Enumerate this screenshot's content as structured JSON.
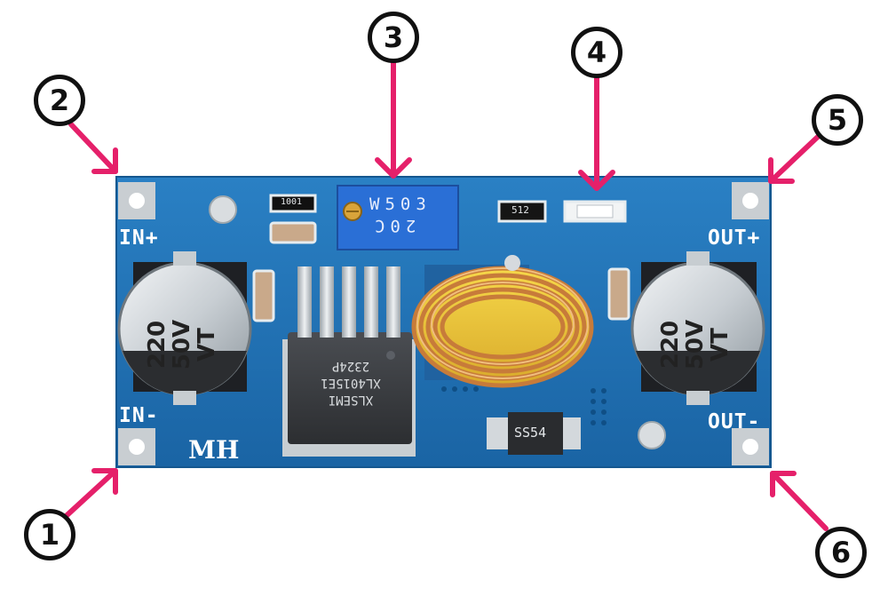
{
  "board": {
    "pcb_color": "#1f74b8",
    "labels": {
      "in_plus": "IN+",
      "in_minus": "IN-",
      "out_plus": "OUT+",
      "out_minus": "OUT-",
      "brand": "MH"
    }
  },
  "components": {
    "cap_left": {
      "line1": "220",
      "line2": "50V",
      "line3": "VT"
    },
    "cap_right": {
      "line1": "220",
      "line2": "50V",
      "line3": "VT"
    },
    "potentiometer": {
      "line1": "W503",
      "line2": "20C"
    },
    "ic": {
      "line1": "2324P",
      "line2": "XL4015E1",
      "line3": "XLSEMI"
    },
    "diode": {
      "label": "SS54"
    },
    "resistor_top": {
      "label": "512"
    },
    "resistor_small": {
      "label": "1001"
    }
  },
  "callouts": [
    {
      "number": "1"
    },
    {
      "number": "2"
    },
    {
      "number": "3"
    },
    {
      "number": "4"
    },
    {
      "number": "5"
    },
    {
      "number": "6"
    }
  ],
  "colors": {
    "arrow": "#e5206a",
    "inductor": "#e7a45c",
    "capacitor": "#c9cfd4",
    "pot": "#2a6fd6"
  }
}
